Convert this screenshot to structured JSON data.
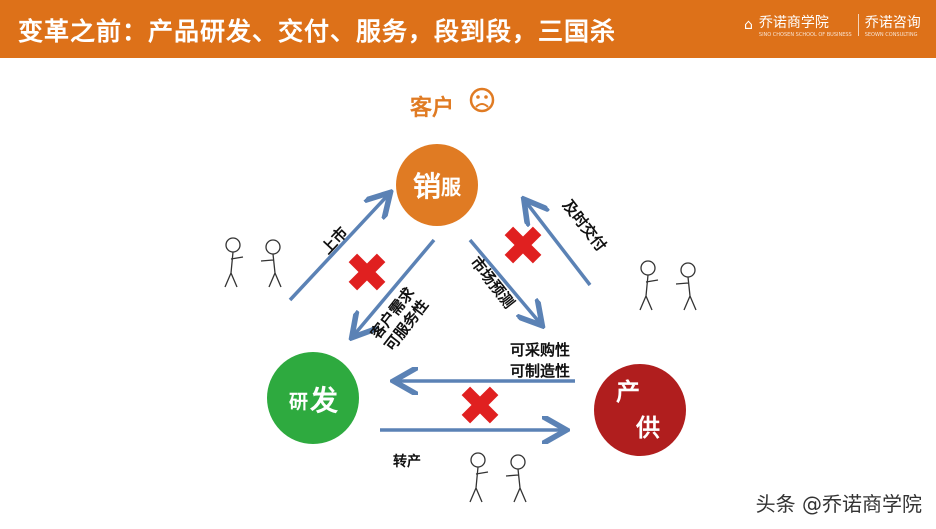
{
  "header": {
    "title": "变革之前：产品研发、交付、服务，段到段，三国杀",
    "logo_primary": "乔诺商学院",
    "logo_primary_sub": "SINO CHOSEN SCHOOL OF BUSINESS",
    "logo_secondary": "乔诺咨询",
    "logo_secondary_sub": "SEOWN CONSULTING"
  },
  "diagram": {
    "customer": "客户",
    "customer_icon": "sad-face-icon",
    "nodes": {
      "sales_a": "销",
      "sales_b": "服",
      "rd_a": "研",
      "rd_b": "发",
      "supply_a": "产",
      "supply_b": "供"
    },
    "labels": {
      "launch": "上市",
      "demand_1": "客户需求",
      "demand_2": "可服务性",
      "forecast": "市场预测",
      "delivery": "及时交付",
      "proc_1": "可采购性",
      "proc_2": "可制造性",
      "transfer": "转产"
    },
    "colors": {
      "sales": "#E07B23",
      "rd": "#2EAA3F",
      "supply": "#B01E1E",
      "arrow": "#5B82B5",
      "cross": "#E02020"
    }
  },
  "watermark": "头条 @乔诺商学院"
}
